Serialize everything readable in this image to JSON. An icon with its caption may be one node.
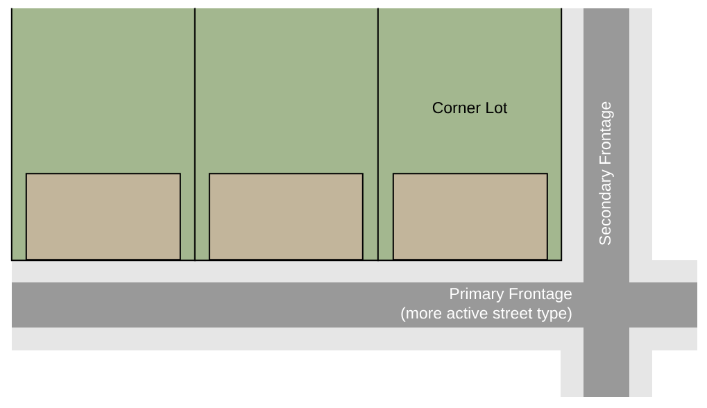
{
  "diagram": {
    "nodes": [
      {
        "text": [],
        "shape": "box"
      },
      {
        "text": [],
        "shape": "box",
        "in": 0
      },
      {
        "text": [],
        "shape": "box"
      },
      {
        "text": [],
        "shape": "box",
        "in": 2
      },
      {
        "text": [
          "Corner Lot"
        ]
      },
      {
        "text": [],
        "shape": "box",
        "in": 4
      },
      {
        "text": [
          "Primary Frontage",
          "(more active street type)"
        ]
      },
      {
        "text": [
          "Secondary Frontage"
        ]
      }
    ]
  }
}
